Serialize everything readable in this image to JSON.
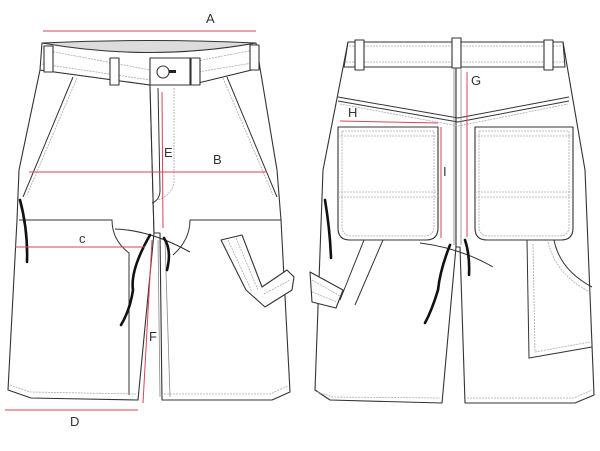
{
  "title": "Shorts measurement diagram",
  "colors": {
    "measure_line": "#d9455a",
    "outline": "#333333"
  },
  "views": [
    "front",
    "back"
  ],
  "labels": {
    "A": "A",
    "B": "B",
    "C": "c",
    "D": "D",
    "E": "E",
    "F": "F",
    "G": "G",
    "H": "H",
    "I": "I"
  }
}
